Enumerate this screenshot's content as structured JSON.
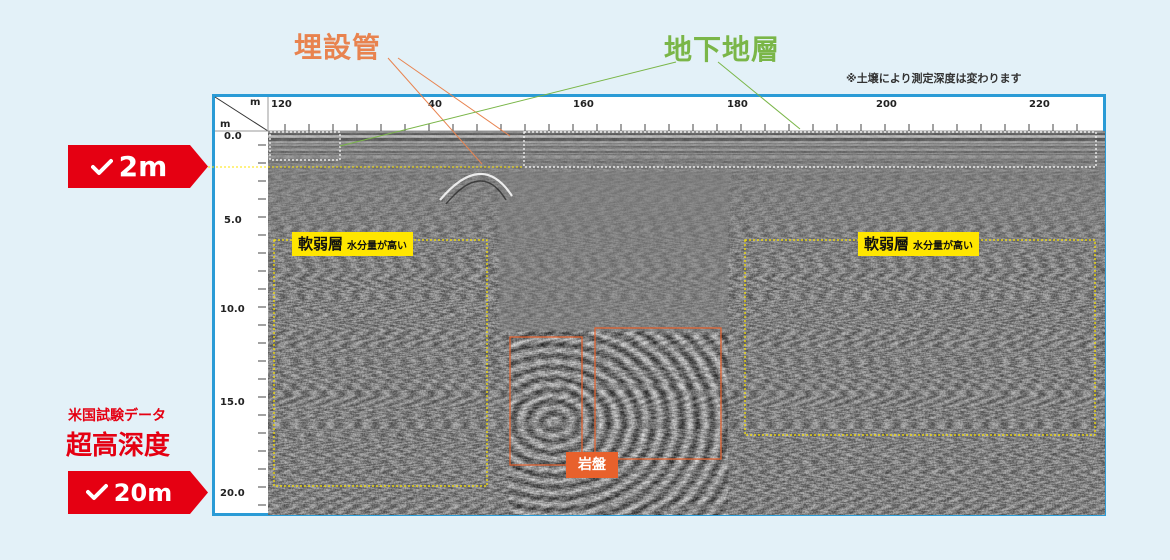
{
  "titles": {
    "pipe": "埋設管",
    "strata": "地下地層",
    "note": "※土壌により測定深度は変わります"
  },
  "scale": {
    "top_unit": "m",
    "left_unit": "m",
    "top_ticks": [
      "120",
      "40",
      "160",
      "180",
      "200",
      "220"
    ],
    "left_ticks": [
      "0.0",
      "5.0",
      "10.0",
      "15.0",
      "20.0"
    ]
  },
  "regions": {
    "weak_layer_title": "軟弱層",
    "weak_layer_sub": "水分量が高い",
    "bedrock": "岩盤"
  },
  "badges": {
    "shallow": "2m",
    "deep": "20m",
    "us_test": "米国試験データ",
    "ultra_depth": "超高深度"
  },
  "colors": {
    "frame": "#2a9bd6",
    "badge_red": "#e50012",
    "label_yellow": "#ffe600",
    "bedrock_orange": "#e8612c",
    "pipe_title": "#e8834f",
    "strata_title": "#7ab648"
  },
  "icons": {
    "badge_check": "check-icon"
  }
}
